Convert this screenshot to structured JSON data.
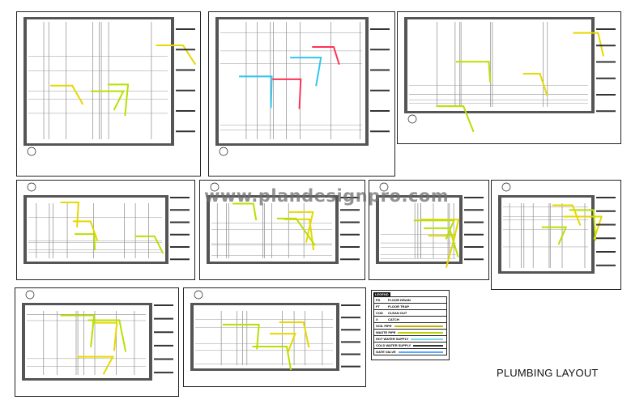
{
  "title": "PLUMBING LAYOUT",
  "watermark": "www.plandesignpro.com",
  "legend": {
    "header": "LEGEND",
    "items": [
      {
        "code": "FD",
        "label": "FLOOR DRAIN"
      },
      {
        "code": "FT",
        "label": "FLOOR TRAP"
      },
      {
        "code": "COD",
        "label": "CLEAN OUT"
      },
      {
        "code": "X",
        "label": "CATCH"
      },
      {
        "code": "",
        "label": "SOIL PIPE",
        "color": "#c8b400"
      },
      {
        "code": "",
        "label": "WASTE PIPE",
        "color": "#b8d400"
      },
      {
        "code": "",
        "label": "HOT WATER SUPPLY",
        "color": "#7fd8ee"
      },
      {
        "code": "",
        "label": "COLD WATER SUPPLY",
        "color": "#333333"
      },
      {
        "code": "",
        "label": "GATE VALVE",
        "color": "#55aaff"
      }
    ]
  },
  "colors": {
    "soil": "#e6d800",
    "waste": "#b7e000",
    "water": "#33c6ee",
    "wall": "#555555"
  }
}
